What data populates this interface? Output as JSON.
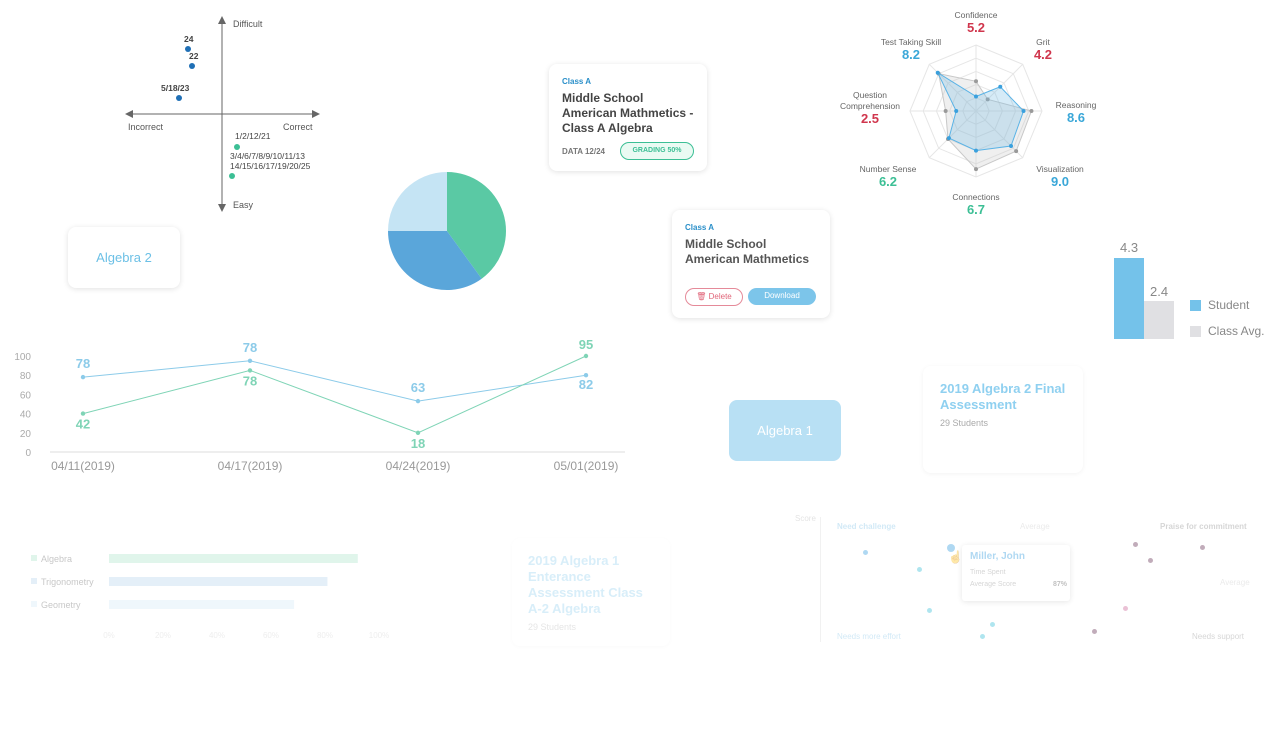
{
  "quadrant": {
    "y_top": "Difficult",
    "y_bottom": "Easy",
    "x_left": "Incorrect",
    "x_right": "Correct",
    "points": [
      {
        "label": "24"
      },
      {
        "label": "22"
      },
      {
        "label": "5/18/23"
      },
      {
        "label": "1/2/12/21"
      },
      {
        "label": "3/4/6/7/8/9/10/11/13"
      },
      {
        "label": "14/15/16/17/19/20/25"
      }
    ],
    "colors": {
      "blue": "#1f6fb5",
      "green": "#3cbf95"
    }
  },
  "chip_algebra2": "Algebra 2",
  "chip_algebra1": "Algebra 1",
  "card_class_a_1": {
    "class": "Class A",
    "title": "Middle School American Mathmetics - Class A Algebra",
    "date": "DATA 12/24",
    "badge": "GRADING 50%"
  },
  "card_class_a_2": {
    "class": "Class A",
    "title": "Middle School American Mathmetics",
    "delete_label": "Delete",
    "download_label": "Download"
  },
  "pie": {
    "slices": [
      {
        "value": 40,
        "color": "#5ac9a4"
      },
      {
        "value": 35,
        "color": "#5aa6da"
      },
      {
        "value": 25,
        "color": "#c5e4f4"
      }
    ]
  },
  "radar": {
    "axes": [
      {
        "name": "Confidence",
        "value": "5.2",
        "tone": "red"
      },
      {
        "name": "Grit",
        "value": "4.2",
        "tone": "red"
      },
      {
        "name": "Reasoning",
        "value": "8.6",
        "tone": "blue"
      },
      {
        "name": "Visualization",
        "value": "9.0",
        "tone": "blue"
      },
      {
        "name": "Connections",
        "value": "6.7",
        "tone": "green"
      },
      {
        "name": "Number Sense",
        "value": "6.2",
        "tone": "green"
      },
      {
        "name": "Question Comprehension",
        "value": "2.5",
        "tone": "red"
      },
      {
        "name": "Test Taking Skill",
        "value": "8.2",
        "tone": "blue"
      }
    ],
    "student": [
      2.2,
      5.2,
      7.2,
      7.5,
      6.0,
      5.8,
      3.0,
      8.2
    ],
    "class_avg": [
      4.5,
      2.5,
      8.4,
      8.6,
      8.8,
      6.0,
      4.6,
      8.0
    ],
    "max": 10
  },
  "mini_bar": {
    "student_value": "4.3",
    "class_value": "2.4",
    "student_label": "Student",
    "class_label": "Class Avg."
  },
  "line_chart": {
    "yticks": [
      "100",
      "80",
      "60",
      "40",
      "20",
      "0"
    ],
    "dates": [
      "04/11(2019)",
      "04/17(2019)",
      "04/24(2019)",
      "05/01(2019)"
    ],
    "series_blue": [
      78,
      95,
      53,
      80
    ],
    "series_green": [
      40,
      85,
      20,
      100
    ],
    "labels_blue": [
      "78",
      "78",
      "63",
      "82"
    ],
    "labels_green": [
      "42",
      "78",
      "18",
      "95"
    ]
  },
  "assessment_card_1": {
    "title": "2019 Algebra 2 Final Assessment",
    "students": "29 Students"
  },
  "hbar": {
    "rows": [
      {
        "name": "Algebra",
        "value": 82,
        "color": "#c8eedc"
      },
      {
        "name": "Trigonometry",
        "value": 72,
        "color": "#cfe3f3"
      },
      {
        "name": "Geometry",
        "value": 61,
        "color": "#e3f1fa"
      }
    ],
    "ticks": [
      "0%",
      "20%",
      "40%",
      "60%",
      "80%",
      "100%"
    ]
  },
  "assessment_card_2": {
    "title": "2019 Algebra 1 Enterance Assessment Class A-2 Algebra",
    "students": "29 Students"
  },
  "scatter_faded": {
    "score": "Score",
    "need_challenge": "Need challenge",
    "average_top": "Average",
    "praise": "Praise for commitment",
    "average_right": "Average",
    "needs_extra": "Needs more effort",
    "needs_support": "Needs support",
    "tooltip_name": "Miller, John",
    "tooltip_time": "Time Spent",
    "tooltip_avg": "Average Score",
    "tooltip_avg_value": "87%"
  }
}
